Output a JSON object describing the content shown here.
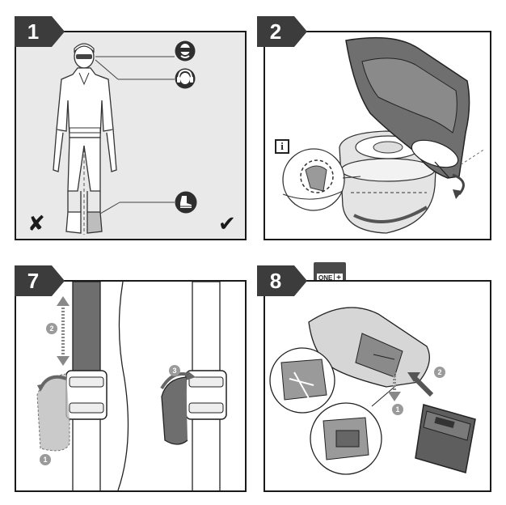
{
  "steps": [
    {
      "number": "1"
    },
    {
      "number": "2"
    },
    {
      "number": "7"
    },
    {
      "number": "8"
    }
  ],
  "panel1": {
    "safety_icons": [
      "eye-protection-icon",
      "ear-protection-icon",
      "safety-boots-icon"
    ],
    "wrong_mark": "✘",
    "right_mark": "✔"
  },
  "panel2": {
    "info_label": "i"
  },
  "panel7": {
    "callouts": [
      "1",
      "2",
      "3"
    ]
  },
  "panel8": {
    "badge_text": "ONE",
    "badge_plus": "+",
    "callouts": [
      "1",
      "2"
    ]
  },
  "colors": {
    "panel_border": "#1a1a1a",
    "tab_bg": "#3c3c3c",
    "panel1_bg": "#e9e9e9",
    "callout_bg": "#9a9a9a"
  }
}
